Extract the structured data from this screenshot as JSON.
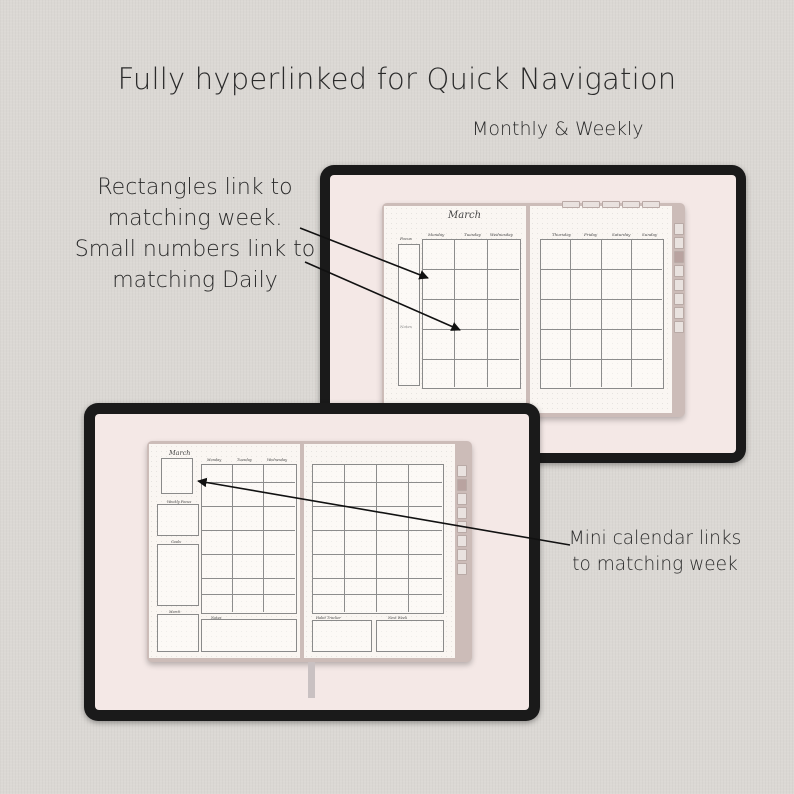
{
  "headline": "Fully hyperlinked for Quick Navigation",
  "subheadline": "Monthly & Weekly",
  "callouts": {
    "rectangles": [
      "Rectangles link to",
      "matching week.",
      "Small numbers link to",
      "matching Daily"
    ],
    "mini_calendar": [
      "Mini calendar links",
      "to matching week"
    ]
  },
  "monthly_spread": {
    "month": "March",
    "days_left": [
      "Monday",
      "Tuesday",
      "Wednesday"
    ],
    "days_right": [
      "Thursday",
      "Friday",
      "Saturday",
      "Sunday"
    ],
    "side_labels": [
      "Focus",
      "Notes"
    ]
  },
  "weekly_spread": {
    "month": "March",
    "days_left": [
      "Monday",
      "Tuesday",
      "Wednesday"
    ],
    "side_labels": [
      "Weekly Focus",
      "Goals",
      "March"
    ],
    "footer_labels": [
      "Notes",
      "Habit Tracker",
      "Next Week"
    ]
  },
  "colors": {
    "background": "#dbd8d4",
    "tablet_frame": "#1a1a1a",
    "screen": "#f4e8e6",
    "cover": "#ccbcb8",
    "page": "#faf6f2"
  }
}
